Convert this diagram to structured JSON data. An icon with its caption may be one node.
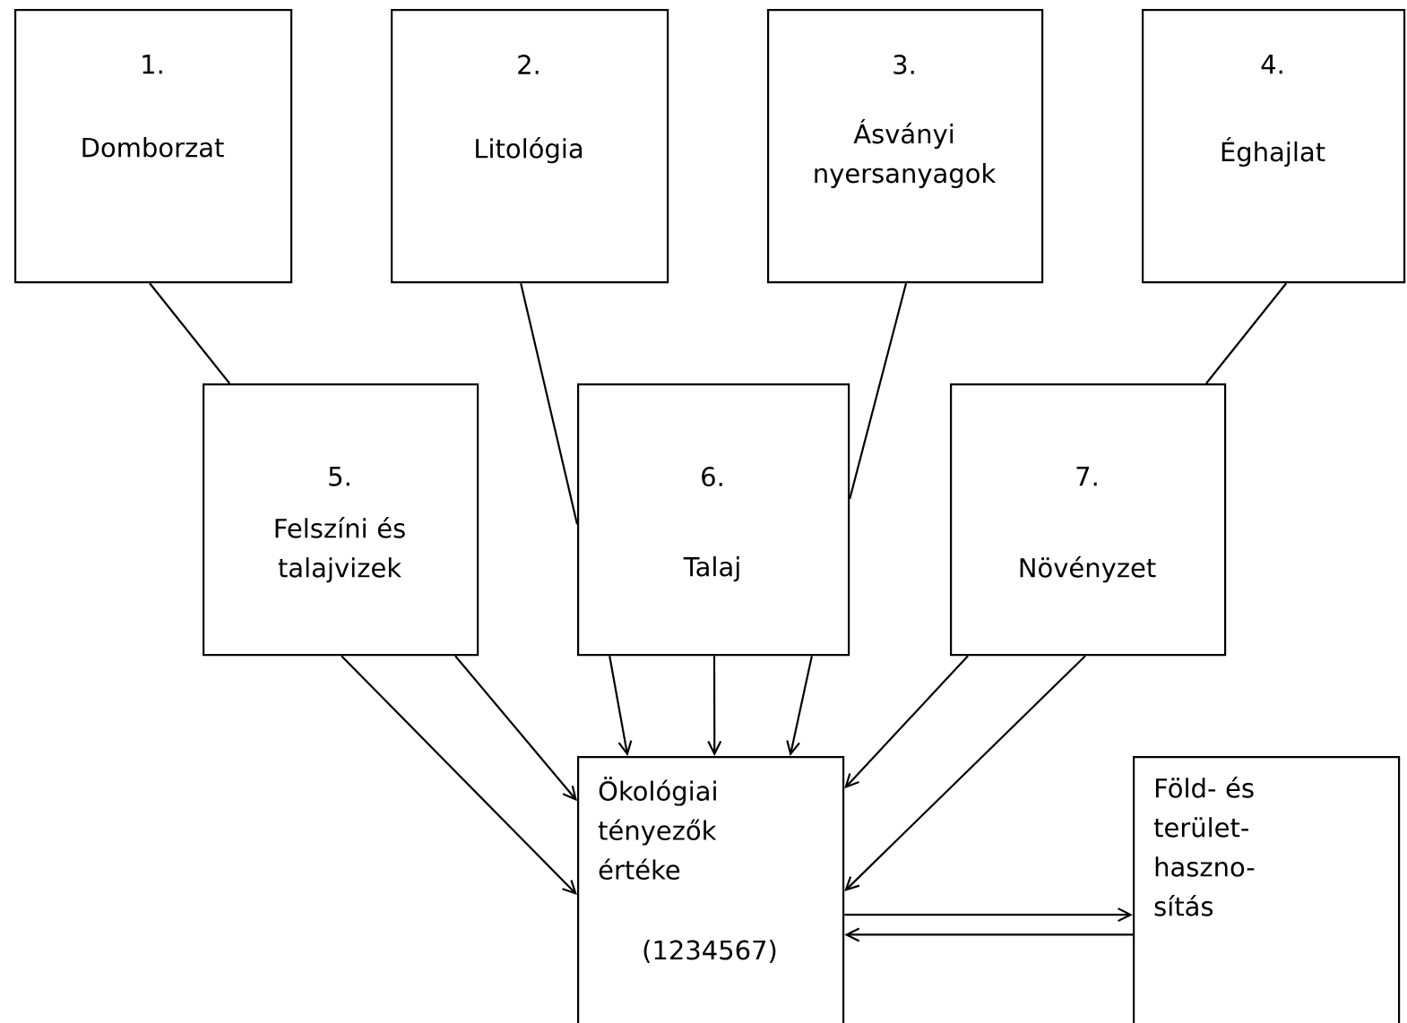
{
  "diagram": {
    "nodes": [
      {
        "text": [
          "1.",
          "Domborzat"
        ]
      },
      {
        "text": [
          "2.",
          "Litológia"
        ]
      },
      {
        "text": [
          "3.",
          "Ásványi nyersanyagok"
        ]
      },
      {
        "text": [
          "4.",
          "Éghajlat"
        ]
      },
      {
        "text": [
          "5.",
          "Felszíni és talajvizek"
        ]
      },
      {
        "text": [
          "6.",
          "Talaj"
        ]
      },
      {
        "text": [
          "7.",
          "Növényzet"
        ]
      },
      {
        "text": [
          "Ökológiai tényezők értéke",
          "(1234567)"
        ]
      },
      {
        "text": [
          "Föld- és terület- haszno- sítás"
        ]
      }
    ],
    "edges": [
      {
        "from": 0,
        "to": 4,
        "arrow": "none"
      },
      {
        "from": 1,
        "to": 5,
        "arrow": "none"
      },
      {
        "from": 2,
        "to": 5,
        "arrow": "none"
      },
      {
        "from": 3,
        "to": 6,
        "arrow": "none"
      },
      {
        "from": 4,
        "to": 7,
        "arrow": "to"
      },
      {
        "from": 4,
        "to": 7,
        "arrow": "to"
      },
      {
        "from": 5,
        "to": 7,
        "arrow": "to"
      },
      {
        "from": 5,
        "to": 7,
        "arrow": "to"
      },
      {
        "from": 5,
        "to": 7,
        "arrow": "to"
      },
      {
        "from": 6,
        "to": 7,
        "arrow": "to"
      },
      {
        "from": 6,
        "to": 7,
        "arrow": "to"
      },
      {
        "from": 7,
        "to": 8,
        "arrow": "to"
      },
      {
        "from": 8,
        "to": 7,
        "arrow": "to"
      }
    ]
  }
}
